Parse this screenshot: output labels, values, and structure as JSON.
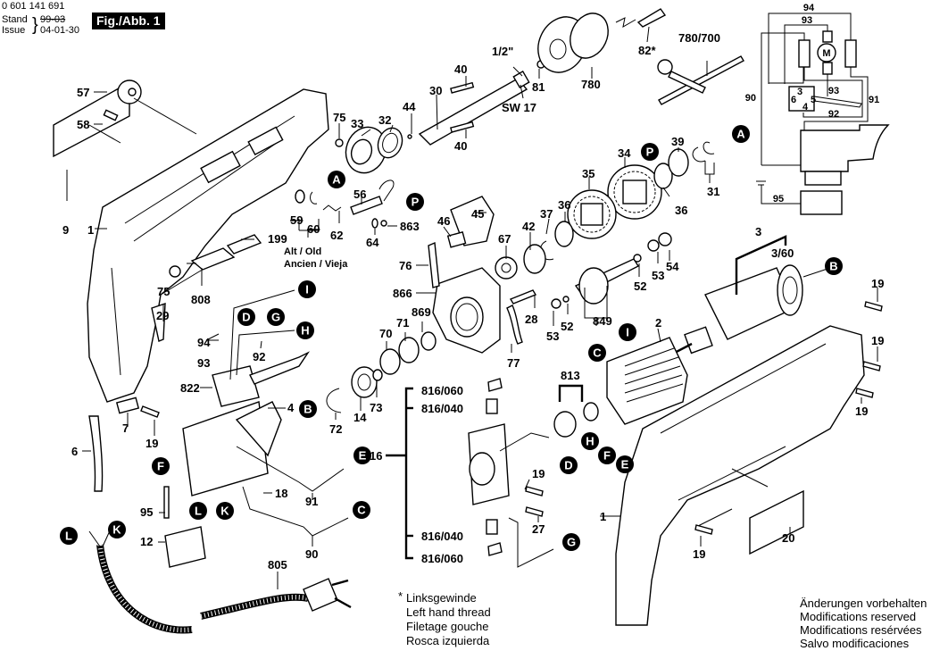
{
  "header": {
    "part_number": "0 601 141 691",
    "stand_label": "Stand",
    "issue_label": "Issue",
    "old_date_struck": "99-03",
    "issue_date": "04-01-30",
    "figure_label": "Fig./Abb. 1"
  },
  "footnote": {
    "marker": "*",
    "lines": [
      "Linksgewinde",
      "Left hand thread",
      "Filetage gouche",
      "Rosca izquierda"
    ]
  },
  "disclaimer": {
    "lines": [
      "Änderungen vorbehalten",
      "Modifications reserved",
      "Modifications resérvées",
      "Salvo modificaciones"
    ]
  },
  "old_parts_note": {
    "line1": "Alt / Old",
    "line2": "Ancien / Vieja"
  },
  "wiring_diagram": {
    "wires": [
      "94",
      "93",
      "90",
      "91",
      "92",
      "93",
      "95"
    ],
    "terminals": [
      "3",
      "6",
      "5",
      "4"
    ],
    "motor_symbol": "M"
  },
  "part_labels": {
    "p57": "57",
    "p58": "58",
    "p9": "9",
    "p1a": "1",
    "p75a": "75",
    "p75b": "75",
    "p33": "33",
    "p32": "32",
    "p44": "44",
    "p30": "30",
    "p40a": "40",
    "p40b": "40",
    "p_half": "1/2\"",
    "p81": "81",
    "psw17": "SW 17",
    "p780": "780",
    "p82": "82*",
    "p780_700": "780/700",
    "p56": "56",
    "p59": "59",
    "p60": "60",
    "p62": "62",
    "p64": "64",
    "p863": "863",
    "p199": "199",
    "p808": "808",
    "p29": "29",
    "p45": "45",
    "p46": "46",
    "p76": "76",
    "p866": "866",
    "p869": "869",
    "p71": "71",
    "p70": "70",
    "p67": "67",
    "p42": "42",
    "p37": "37",
    "p36a": "36",
    "p36b": "36",
    "p35": "35",
    "p34": "34",
    "p39": "39",
    "p31": "31",
    "p28": "28",
    "p77": "77",
    "p53a": "53",
    "p53b": "53",
    "p52a": "52",
    "p52b": "52",
    "p54": "54",
    "p849": "849",
    "p2": "2",
    "p3": "3",
    "p3_60": "3/60",
    "p19a": "19",
    "p19b": "19",
    "p19c": "19",
    "p19d": "19",
    "p19e": "19",
    "p19f": "19",
    "p94": "94",
    "p93": "93",
    "p92": "92",
    "p822": "822",
    "p4": "4",
    "p72": "72",
    "p14": "14",
    "p73": "73",
    "p813": "813",
    "p16": "16",
    "p816_060a": "816/060",
    "p816_040a": "816/040",
    "p816_040b": "816/040",
    "p816_060b": "816/060",
    "p27": "27",
    "p7": "7",
    "p6": "6",
    "p18": "18",
    "p91": "91",
    "p90": "90",
    "p95": "95",
    "p12": "12",
    "p805": "805",
    "p20": "20",
    "p1b": "1"
  },
  "callouts": {
    "A1": "A",
    "A2": "A",
    "P1": "P",
    "P2": "P",
    "B1": "B",
    "B2": "B",
    "I1": "I",
    "I2": "I",
    "D1": "D",
    "D2": "D",
    "G1": "G",
    "G2": "G",
    "H1": "H",
    "H2": "H",
    "C1": "C",
    "C2": "C",
    "E1": "E",
    "E2": "E",
    "F1": "F",
    "F2": "F",
    "L1": "L",
    "L2": "L",
    "K1": "K",
    "K2": "K"
  }
}
